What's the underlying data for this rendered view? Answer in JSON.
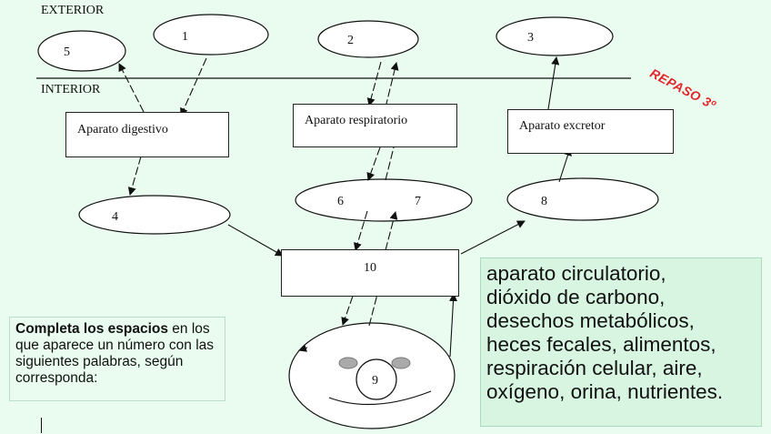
{
  "diagram": {
    "section_labels": {
      "exterior": "EXTERIOR",
      "interior": "INTERIOR"
    },
    "stamp": "REPASO 3º",
    "boxes": {
      "digestive": "Aparato digestivo",
      "respiratory": "Aparato respiratorio",
      "excretory": "Aparato excretor",
      "center": "10"
    },
    "numbered_ovals": [
      "1",
      "2",
      "3",
      "4",
      "5",
      "6",
      "7",
      "8",
      "9"
    ]
  },
  "instructions": {
    "bold": "Completa los espacios",
    "rest": " en los que aparece un número con las siguientes palabras, según corresponda:"
  },
  "word_bank": {
    "lines": [
      "aparato circulatorio,",
      "dióxido de carbono,",
      "desechos metabólicos,",
      "heces fecales, alimentos,",
      "respiración celular, aire,",
      "oxígeno, orina, nutrientes."
    ]
  }
}
